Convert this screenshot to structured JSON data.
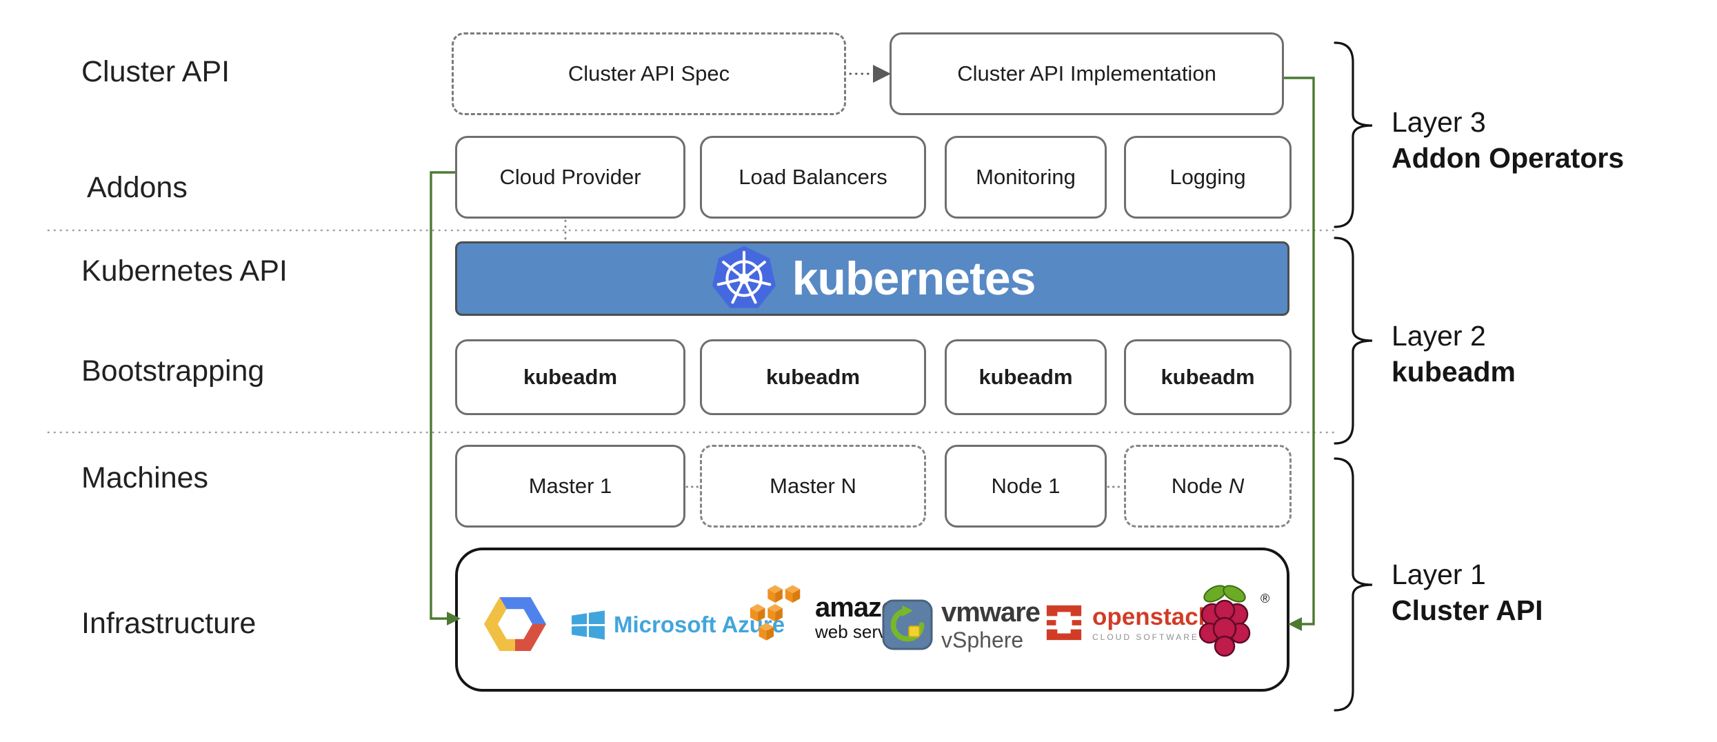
{
  "left_labels": [
    "Cluster API",
    "Addons",
    "Kubernetes API",
    "Bootstrapping",
    "Machines",
    "Infrastructure"
  ],
  "top_row": {
    "spec": "Cluster API Spec",
    "impl": "Cluster API Implementation"
  },
  "addons": [
    "Cloud Provider",
    "Load Balancers",
    "Monitoring",
    "Logging"
  ],
  "banner": {
    "wordmark": "kubernetes"
  },
  "bootstrap": [
    "kubeadm",
    "kubeadm",
    "kubeadm",
    "kubeadm"
  ],
  "machines": [
    {
      "text": "Master 1"
    },
    {
      "text": "Master N"
    },
    {
      "text": "Node 1"
    },
    {
      "text": "Node",
      "n_italic": "N"
    }
  ],
  "logos": {
    "gcp": "google-cloud-platform",
    "azure": "Microsoft Azure",
    "aws_1": "amazon",
    "aws_2": "web services",
    "vmware_1": "vmware",
    "vmware_2": "vSphere",
    "openstack": "openstack",
    "openstack_tm": "™",
    "openstack_sub": "CLOUD SOFTWARE",
    "raspberry_reg": "®"
  },
  "layers": [
    {
      "line1": "Layer 3",
      "line2": "Addon Operators"
    },
    {
      "line1": "Layer 2",
      "line2": "kubeadm"
    },
    {
      "line1": "Layer 1",
      "line2": "Cluster API"
    }
  ],
  "colors": {
    "green": "#4c7a33",
    "banner_blue": "#5789c4",
    "k8s_blue": "#4668df",
    "azure_blue": "#41a5dd",
    "aws_orange": "#ef911f",
    "openstack_red": "#d13c27",
    "vmware_blue": "#5d7ea5",
    "vmware_green": "#76b82a",
    "raspberry_red": "#bf1b4b",
    "leaf_green": "#6cab25",
    "box_border_gray": "#6e6e6e"
  }
}
